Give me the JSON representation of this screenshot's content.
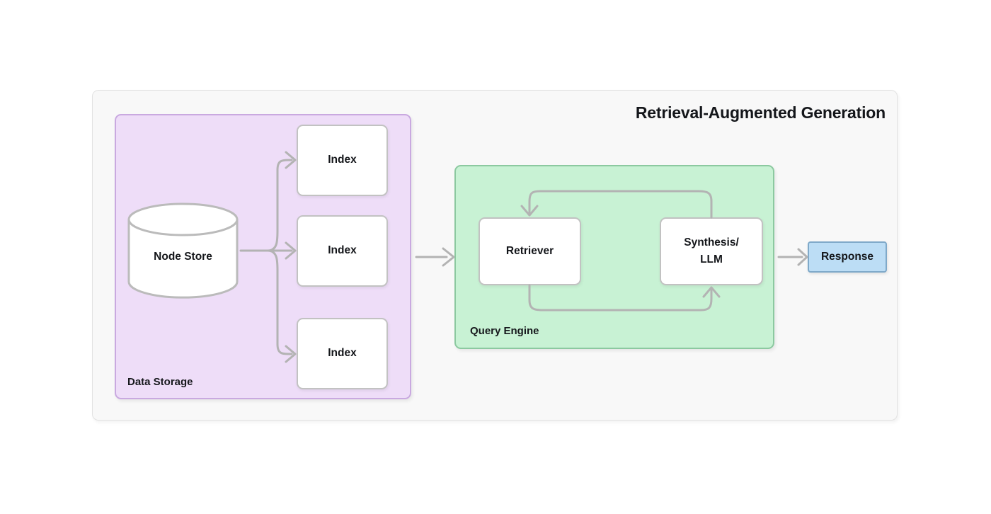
{
  "diagram": {
    "title": "Retrieval-Augmented Generation",
    "groups": {
      "data_storage": {
        "label": "Data Storage",
        "fill": "#eeddf8",
        "border": "#c9a9e0"
      },
      "query_engine": {
        "label": "Query Engine",
        "fill": "#c8f2d4",
        "border": "#8cc9a0"
      },
      "outer": {
        "fill": "#f8f8f8",
        "border": "#e2e2e2"
      }
    },
    "nodes": {
      "node_store": {
        "label": "Node Store",
        "shape": "cylinder",
        "fill": "#ffffff",
        "border": "#bbbbbb"
      },
      "indexes": [
        {
          "label": "Index"
        },
        {
          "label": "Index"
        },
        {
          "label": "Index"
        }
      ],
      "retriever": {
        "label": "Retriever",
        "fill": "#ffffff",
        "border": "#c2c2c2"
      },
      "synthesis_llm": {
        "label_line1": "Synthesis/",
        "label_line2": "LLM",
        "fill": "#ffffff",
        "border": "#c2c2c2"
      },
      "response": {
        "label": "Response",
        "fill": "#bcddf5",
        "border": "#7fa9c9"
      }
    },
    "connector_color": "#b3b3b3"
  }
}
